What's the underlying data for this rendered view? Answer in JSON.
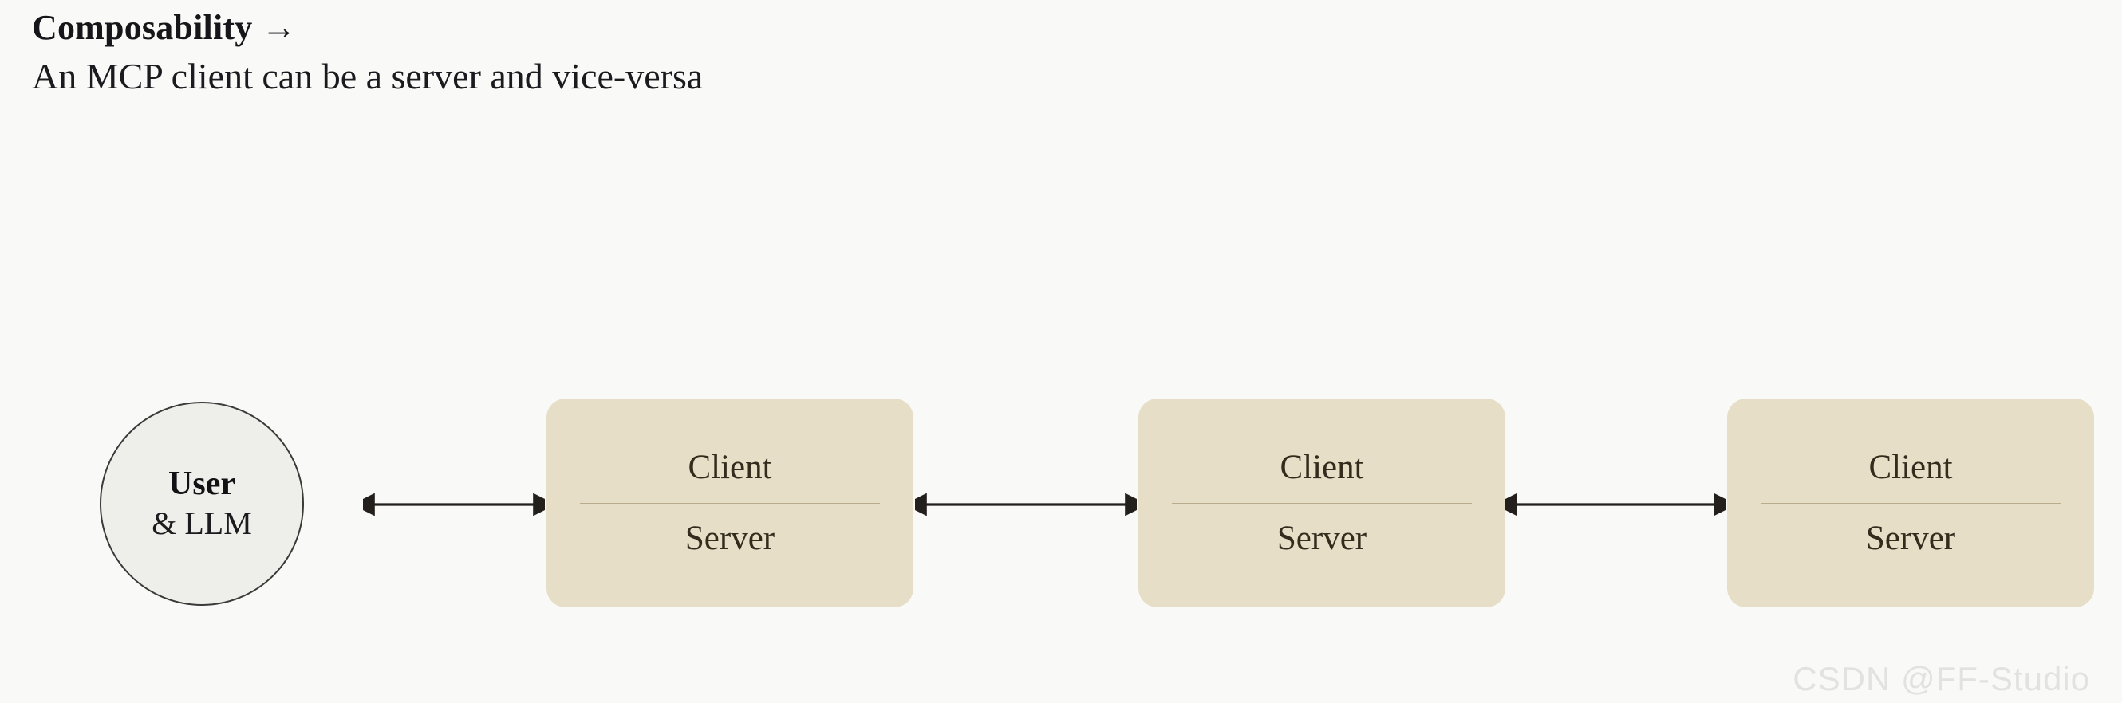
{
  "page": {
    "background_color": "#f9f9f7",
    "title": "Composability →",
    "subtitle": "An MCP client can be a server and vice-versa"
  },
  "diagram": {
    "type": "flow-diagram",
    "orientation": "horizontal",
    "circle_node": {
      "primary_label": "User",
      "secondary_label": "& LLM",
      "fill_color": "#eeefea",
      "border_color": "#3a3a38"
    },
    "boxes": [
      {
        "top_label": "Client",
        "bottom_label": "Server",
        "fill_color": "#e6dec6",
        "divider_color": "#b8ab8e",
        "text_color": "#332b1c"
      },
      {
        "top_label": "Client",
        "bottom_label": "Server",
        "fill_color": "#e6dec6",
        "divider_color": "#b8ab8e",
        "text_color": "#332b1c"
      },
      {
        "top_label": "Client",
        "bottom_label": "Server",
        "fill_color": "#e6dec6",
        "divider_color": "#b8ab8e",
        "text_color": "#332b1c"
      }
    ],
    "connectors": [
      {
        "style": "double-headed-arrow",
        "color": "#231f1c"
      },
      {
        "style": "double-headed-arrow",
        "color": "#231f1c"
      },
      {
        "style": "double-headed-arrow",
        "color": "#231f1c"
      }
    ]
  },
  "watermark": {
    "text": "CSDN @FF-Studio",
    "color": "#e2e2e0"
  }
}
